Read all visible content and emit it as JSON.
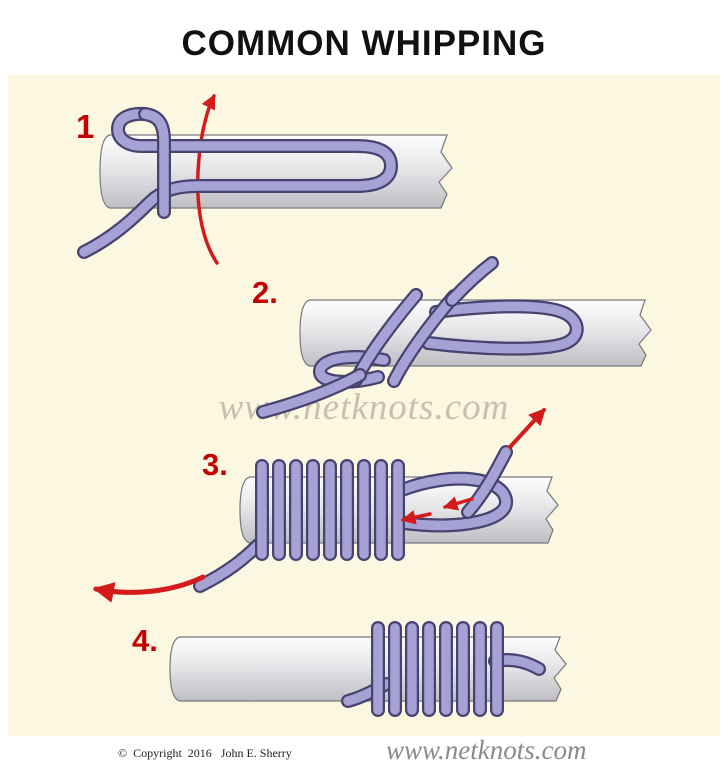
{
  "title": "COMMON WHIPPING",
  "steps": [
    {
      "label": "1"
    },
    {
      "label": "2."
    },
    {
      "label": "3."
    },
    {
      "label": "4."
    }
  ],
  "watermark": "www.netknots.com",
  "footer": {
    "copyright": "©  Copyright  2016   John E. Sherry",
    "website": "www.netknots.com"
  },
  "colors": {
    "panel-bg": "#FCF7E0",
    "title-color": "#111111",
    "step-color": "#C40000",
    "arrow-color": "#D31B1B",
    "cord-fill": "#A6A2D6",
    "cord-outline": "#47426E",
    "rod-light": "#FDFDFD",
    "rod-mid": "#E7E7EA",
    "rod-dark": "#BEBEC3",
    "rod-outline": "#77777B",
    "watermark": "#B9B3A0",
    "footer-text": "#8A8A8A",
    "copyright-text": "#222222"
  }
}
